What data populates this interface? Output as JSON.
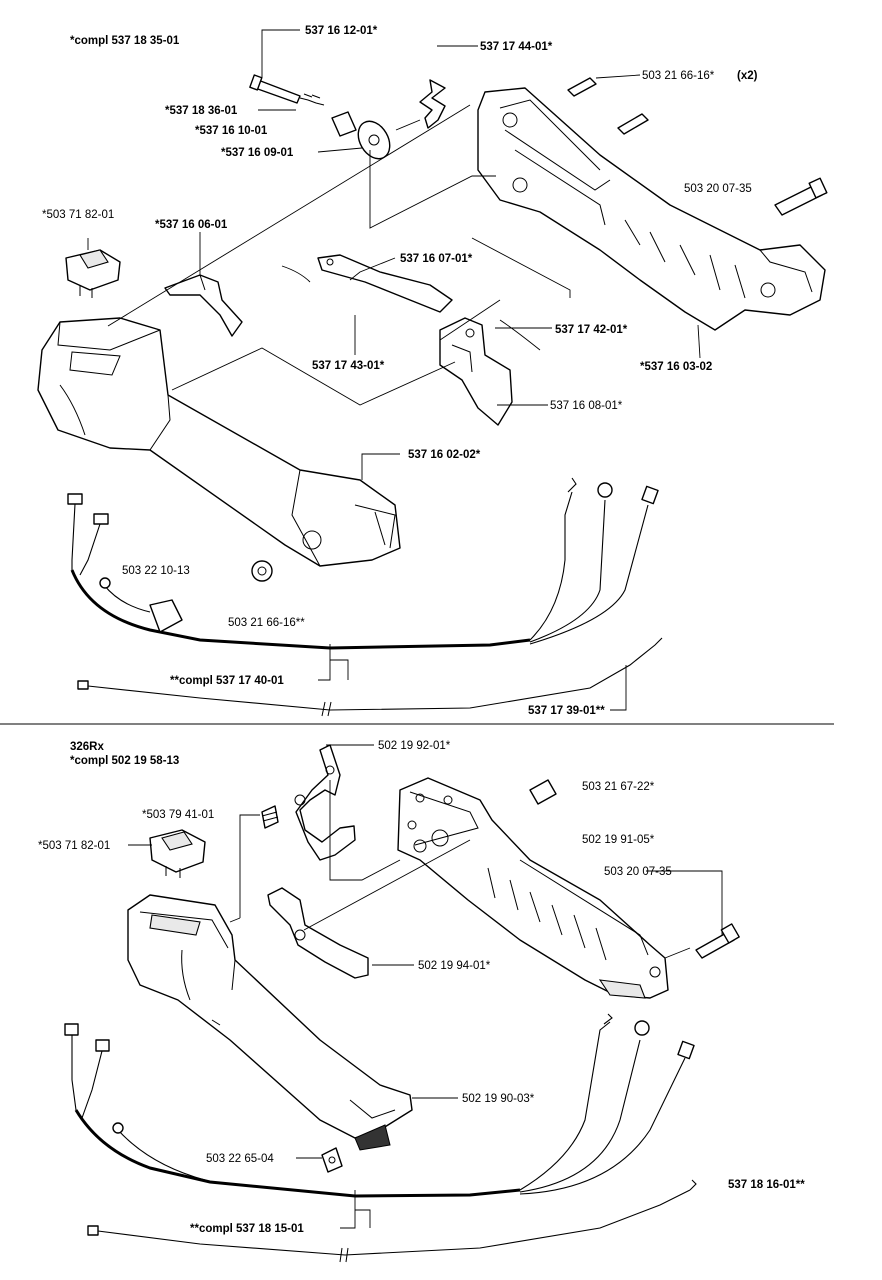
{
  "top": {
    "title": "*compl 537 18 35-01",
    "labels": {
      "p1": "537 16 12-01*",
      "p2": "537 17 44-01*",
      "p3": "503 21 66-16*",
      "p3_qty": "(x2)",
      "p4": "*537 18 36-01",
      "p5": "*537 16 10-01",
      "p6": "*537 16 09-01",
      "p7": "503 20 07-35",
      "p8": "*503 71 82-01",
      "p9": "*537 16 06-01",
      "p10": "537 16 07-01*",
      "p11": "537 17 42-01*",
      "p12": "537 17 43-01*",
      "p13": "*537 16 03-02",
      "p14": "537 16 08-01*",
      "p15": "537 16 02-02*",
      "p16": "503 22 10-13",
      "p17": "503 21 66-16**",
      "p18": "**compl 537 17 40-01",
      "p19": "537 17 39-01**"
    }
  },
  "bottom": {
    "model": "326Rx",
    "title": "*compl 502 19 58-13",
    "labels": {
      "q1": "502 19 92-01*",
      "q2": "503 21 67-22*",
      "q3": "*503 79 41-01",
      "q4": "502 19 91-05*",
      "q5": "*503 71 82-01",
      "q6": "503 20 07-35",
      "q7": "502 19 94-01*",
      "q8": "502 19 90-03*",
      "q9": "503 22 65-04",
      "q10": "537 18 16-01**",
      "q11": "**compl 537 18 15-01"
    }
  }
}
